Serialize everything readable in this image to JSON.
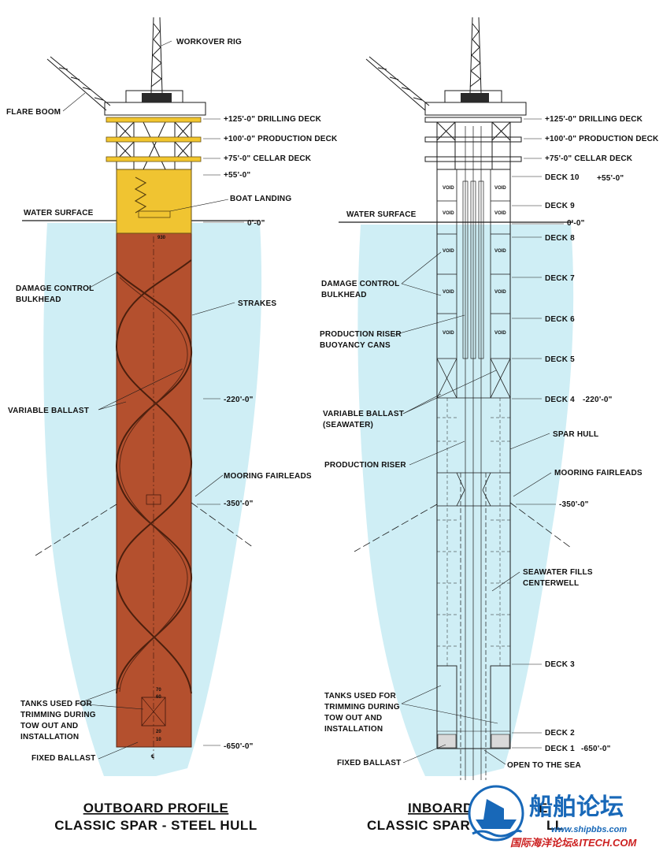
{
  "colors": {
    "water": "#cfeef5",
    "hull_outboard": "#b4502e",
    "deck_yellow": "#f2c62f",
    "hull_upper": "#f0c431",
    "line": "#1a1a1a",
    "watermark_blue": "#1868b8",
    "watermark_red": "#cc1f1f"
  },
  "outboard": {
    "labels": {
      "workover_rig": "WORKOVER RIG",
      "flare_boom": "FLARE BOOM",
      "drilling_deck": "+125'-0\" DRILLING DECK",
      "production_deck": "+100'-0\" PRODUCTION DECK",
      "cellar_deck": "+75'-0\" CELLAR DECK",
      "el_55": "+55'-0\"",
      "boat_landing": "BOAT LANDING",
      "water_surface": "WATER SURFACE",
      "el_0": "0'-0\"",
      "damage_control_1": "DAMAGE CONTROL",
      "damage_control_2": "BULKHEAD",
      "strakes": "STRAKES",
      "el_220": "-220'-0\"",
      "variable_ballast": "VARIABLE BALLAST",
      "mooring_fairleads": "MOORING FAIRLEADS",
      "el_350": "-350'-0\"",
      "tanks_1": "TANKS USED FOR",
      "tanks_2": "TRIMMING DURING",
      "tanks_3": "TOW OUT AND",
      "tanks_4": "INSTALLATION",
      "el_650": "-650'-0\"",
      "fixed_ballast": "FIXED BALLAST",
      "mark_930": "930",
      "mark_70": "70",
      "mark_60": "60",
      "mark_20": "20",
      "mark_10": "10",
      "mark_cl": "℄"
    },
    "title_1": "OUTBOARD PROFILE",
    "title_2": "CLASSIC SPAR - STEEL HULL"
  },
  "inboard": {
    "labels": {
      "drilling_deck": "+125'-0\" DRILLING DECK",
      "production_deck": "+100'-0\" PRODUCTION DECK",
      "cellar_deck": "+75'-0\" CELLAR DECK",
      "deck10": "DECK 10",
      "el_55": "+55'-0\"",
      "deck9": "DECK 9",
      "water_surface": "WATER SURFACE",
      "el_0": "0'-0\"",
      "deck8": "DECK 8",
      "damage_control_1": "DAMAGE CONTROL",
      "damage_control_2": "BULKHEAD",
      "deck7": "DECK 7",
      "riser_cans_1": "PRODUCTION RISER",
      "riser_cans_2": "BUOYANCY CANS",
      "deck6": "DECK 6",
      "deck5": "DECK 5",
      "deck4": "DECK 4",
      "el_220": "-220'-0\"",
      "variable_ballast_1": "VARIABLE BALLAST",
      "variable_ballast_2": "(SEAWATER)",
      "spar_hull": "SPAR HULL",
      "production_riser": "PRODUCTION RISER",
      "mooring_fairleads": "MOORING FAIRLEADS",
      "el_350": "-350'-0\"",
      "seawater_1": "SEAWATER FILLS",
      "seawater_2": "CENTERWELL",
      "deck3": "DECK 3",
      "tanks_1": "TANKS USED FOR",
      "tanks_2": "TRIMMING DURING",
      "tanks_3": "TOW OUT AND",
      "tanks_4": "INSTALLATION",
      "deck2": "DECK 2",
      "deck1": "DECK 1",
      "el_650": "-650'-0\"",
      "fixed_ballast": "FIXED BALLAST",
      "open_to_sea": "OPEN TO THE SEA",
      "void": "VOID"
    },
    "title_1": "INBOARD",
    "title_1b": "E",
    "title_2": "CLASSIC SPAR",
    "title_2b": "LL"
  },
  "watermark": {
    "cn_large": "船舶论坛",
    "url": "www.shipbbs.com",
    "cn_small": "国际海洋论坛&ITECH.COM"
  }
}
